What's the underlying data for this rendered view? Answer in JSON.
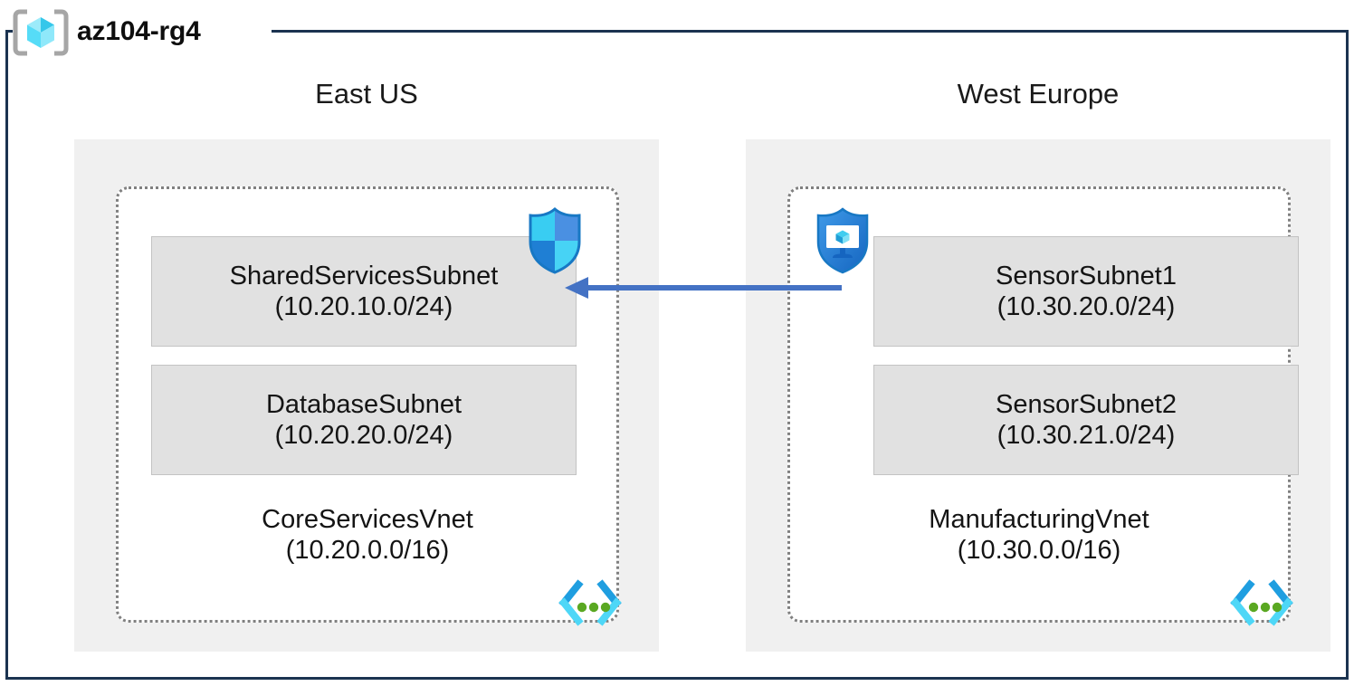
{
  "diagram": {
    "resource_group": {
      "name": "az104-rg4",
      "icon": "resource-group-cube-icon",
      "frame_color": "#1b3350"
    },
    "colors": {
      "frame": "#1b3350",
      "region_fill": "#f0f0f0",
      "vnet_border": "#808080",
      "vnet_fill": "#ffffff",
      "subnet_fill": "#e1e1e1",
      "subnet_border": "#c3c3c3",
      "peering_arrow": "#4472c4",
      "nsg_shield_blue": "#2e8ce6",
      "nsg_shield_cyan": "#32c8f0",
      "vnet_icon_cyan": "#32c8f0",
      "vnet_icon_blue": "#1f9ee0",
      "vnet_icon_dot_green": "#5aa822",
      "rg_cube_light": "#9cebfa",
      "rg_cube_mid": "#50d9f5",
      "rg_cube_dark": "#2fb8d9",
      "rg_bracket": "#a6a6a6"
    },
    "regions": [
      {
        "id": "east-us",
        "label": "East US",
        "vnet": {
          "name": "CoreServicesVnet",
          "cidr": "(10.20.0.0/16)",
          "icon": "virtual-network-icon",
          "subnets": [
            {
              "id": "shared-services-subnet",
              "name": "SharedServicesSubnet",
              "cidr": "(10.20.10.0/24)",
              "icon": "network-security-group-shield-icon"
            },
            {
              "id": "database-subnet",
              "name": "DatabaseSubnet",
              "cidr": "(10.20.20.0/24)",
              "icon": null
            }
          ]
        }
      },
      {
        "id": "west-europe",
        "label": "West Europe",
        "vnet": {
          "name": "ManufacturingVnet",
          "cidr": "(10.30.0.0/16)",
          "icon": "virtual-network-icon",
          "subnets": [
            {
              "id": "sensor-subnet-1",
              "name": "SensorSubnet1",
              "cidr": "(10.30.20.0/24)",
              "icon": "network-security-group-monitor-shield-icon"
            },
            {
              "id": "sensor-subnet-2",
              "name": "SensorSubnet2",
              "cidr": "(10.30.21.0/24)",
              "icon": null
            }
          ]
        }
      }
    ],
    "connection": {
      "id": "vnet-peering",
      "icon": "left-arrow-icon",
      "direction": "right-to-left",
      "from": "SensorSubnet1",
      "to": "SharedServicesSubnet",
      "label": ""
    }
  }
}
